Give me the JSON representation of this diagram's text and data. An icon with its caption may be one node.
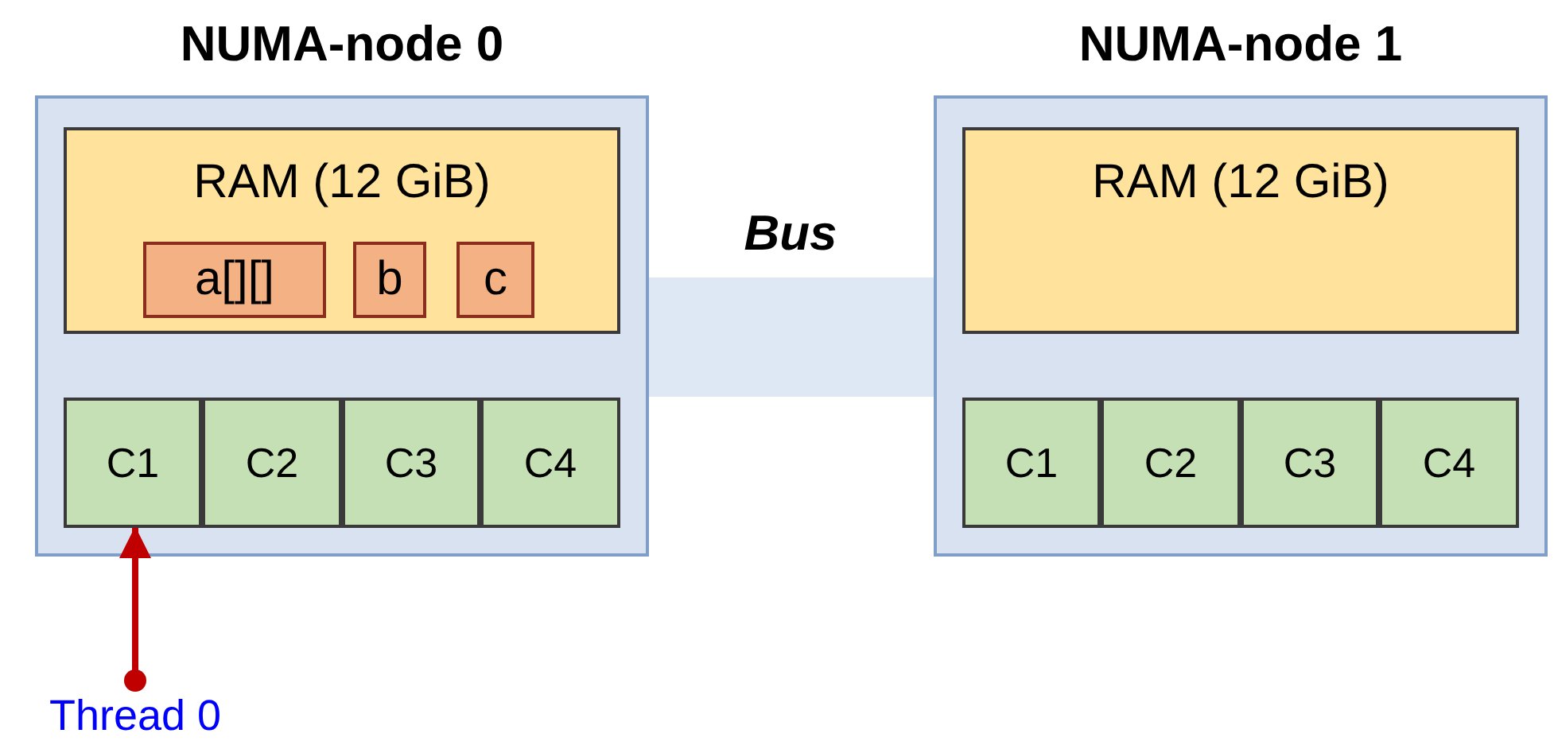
{
  "diagram": {
    "nodes": [
      {
        "text": [
          "NUMA-node 0"
        ]
      },
      {
        "text": [
          "RAM (12 GiB)"
        ],
        "in": 0
      },
      {
        "text": [
          "a[][]"
        ],
        "in": 1
      },
      {
        "text": [
          "b"
        ],
        "in": 1
      },
      {
        "text": [
          "c"
        ],
        "in": 1
      },
      {
        "text": [
          "C1"
        ],
        "in": 0
      },
      {
        "text": [
          "C2"
        ],
        "in": 0
      },
      {
        "text": [
          "C3"
        ],
        "in": 0
      },
      {
        "text": [
          "C4"
        ],
        "in": 0
      },
      {
        "text": [
          "NUMA-node 1"
        ]
      },
      {
        "text": [
          "RAM (12 GiB)"
        ],
        "in": 9
      },
      {
        "text": [
          "C1"
        ],
        "in": 9
      },
      {
        "text": [
          "C2"
        ],
        "in": 9
      },
      {
        "text": [
          "C3"
        ],
        "in": 9
      },
      {
        "text": [
          "C4"
        ],
        "in": 9
      },
      {
        "text": [
          "Thread 0"
        ]
      }
    ],
    "edges": [
      {
        "from": 0,
        "to": 9,
        "arrow": "none",
        "label": "Bus",
        "style": "thick",
        "color": "#dde8f4"
      },
      {
        "from": 15,
        "to": 5,
        "arrow": "to",
        "color": "#c00000"
      }
    ]
  }
}
